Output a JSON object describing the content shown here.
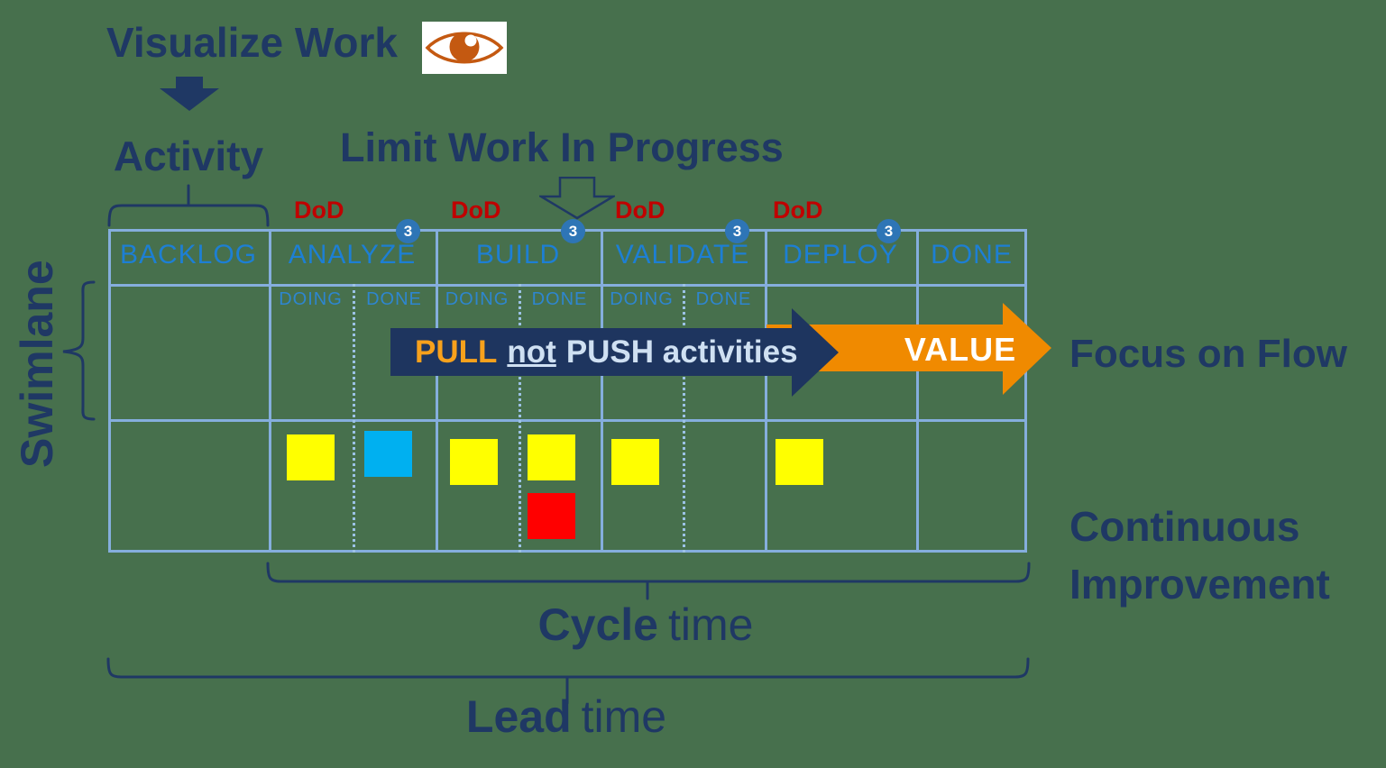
{
  "colors": {
    "background": "#47704D",
    "navy_text": "#1F3864",
    "arrow_navy": "#1E355F",
    "column_header_blue": "#1D7FD4",
    "subcolumn_blue": "#2E86CF",
    "grid_blue": "#85AEDD",
    "dotted_blue": "#9CC2E5",
    "badge_blue": "#2E75B6",
    "dod_red": "#C00000",
    "arrow_orange": "#F08A00",
    "pull_orange": "#F7A11C",
    "pull_light_text": "#CFE0F2",
    "value_white": "#FFFFFF",
    "note_yellow": "#FFFF00",
    "note_cyan": "#00B0F0",
    "note_red": "#FF0000",
    "eye_orange": "#C45911"
  },
  "icons": {
    "eye": "eye-icon",
    "down_arrow_solid": "down-arrow-icon",
    "down_arrow_outline": "down-arrow-outline-icon"
  },
  "annotations": {
    "visualize_work": "Visualize Work",
    "activity": "Activity",
    "limit_wip": "Limit Work In Progress",
    "swimlane": "Swimlane",
    "focus_on_flow": "Focus on Flow",
    "continuous_line1": "Continuous",
    "continuous_line2": "Improvement",
    "cycle_word": "Cycle",
    "cycle_time_word": "time",
    "lead_word": "Lead",
    "lead_time_word": "time",
    "dod_label": "DoD"
  },
  "board": {
    "columns": [
      {
        "name": "BACKLOG",
        "dod": false,
        "wip_limit": null,
        "subcolumns": []
      },
      {
        "name": "ANALYZE",
        "dod": true,
        "wip_limit": "3",
        "subcolumns": [
          "DOING",
          "DONE"
        ]
      },
      {
        "name": "BUILD",
        "dod": true,
        "wip_limit": "3",
        "subcolumns": [
          "DOING",
          "DONE"
        ]
      },
      {
        "name": "VALIDATE",
        "dod": true,
        "wip_limit": "3",
        "subcolumns": [
          "DOING",
          "DONE"
        ]
      },
      {
        "name": "DEPLOY",
        "dod": true,
        "wip_limit": "3",
        "subcolumns": []
      },
      {
        "name": "DONE",
        "dod": false,
        "wip_limit": null,
        "subcolumns": []
      }
    ],
    "sticky_notes": [
      {
        "column": "ANALYZE",
        "subcolumn": "DOING",
        "color": "yellow"
      },
      {
        "column": "ANALYZE",
        "subcolumn": "DONE",
        "color": "cyan"
      },
      {
        "column": "BUILD",
        "subcolumn": "DOING",
        "color": "yellow"
      },
      {
        "column": "BUILD",
        "subcolumn": "DONE",
        "color": "yellow"
      },
      {
        "column": "BUILD",
        "subcolumn": "DONE",
        "color": "red"
      },
      {
        "column": "VALIDATE",
        "subcolumn": "DOING",
        "color": "yellow"
      },
      {
        "column": "DEPLOY",
        "subcolumn": "",
        "color": "yellow"
      }
    ]
  },
  "flow_arrow": {
    "pull": "PULL",
    "not_word": "not",
    "push_rest": "PUSH activities",
    "value": "VALUE"
  }
}
